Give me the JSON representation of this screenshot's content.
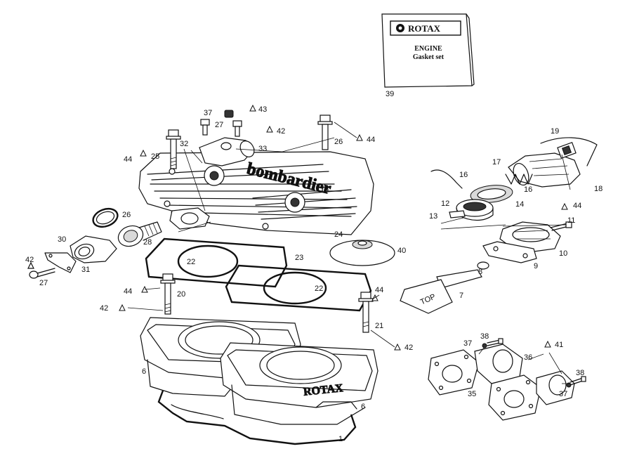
{
  "booklet": {
    "brand": "ROTAX",
    "line1": "ENGINE",
    "line2": "Gasket set",
    "ref": "39"
  },
  "head_cast_text": "bombardier",
  "cylinder_cast_text": "ROTAX",
  "piston_mark": "TOP",
  "callouts": {
    "c1": "1",
    "c6a": "6",
    "c6b": "6",
    "c7": "7",
    "c8": "8",
    "c9": "9",
    "c10": "10",
    "c11": "11",
    "c12": "12",
    "c13": "13",
    "c14": "14",
    "c16a": "16",
    "c16b": "16",
    "c17": "17",
    "c18": "18",
    "c19": "19",
    "c20": "20",
    "c21": "21",
    "c22a": "22",
    "c22b": "22",
    "c23": "23",
    "c24": "24",
    "c25": "25",
    "c26a": "26",
    "c26b": "26",
    "c27a": "27",
    "c27b": "27",
    "c28": "28",
    "c30": "30",
    "c31": "31",
    "c32": "32",
    "c33": "33",
    "c35": "35",
    "c36": "36",
    "c37a": "37",
    "c37b": "37",
    "c37c": "37",
    "c38a": "38",
    "c38b": "38",
    "c40": "40",
    "c41": "41",
    "c42a": "42",
    "c42b": "42",
    "c42c": "42",
    "c42d": "42",
    "c43": "43",
    "c44a": "44",
    "c44b": "44",
    "c44c": "44",
    "c44d": "44",
    "c44e": "44"
  }
}
